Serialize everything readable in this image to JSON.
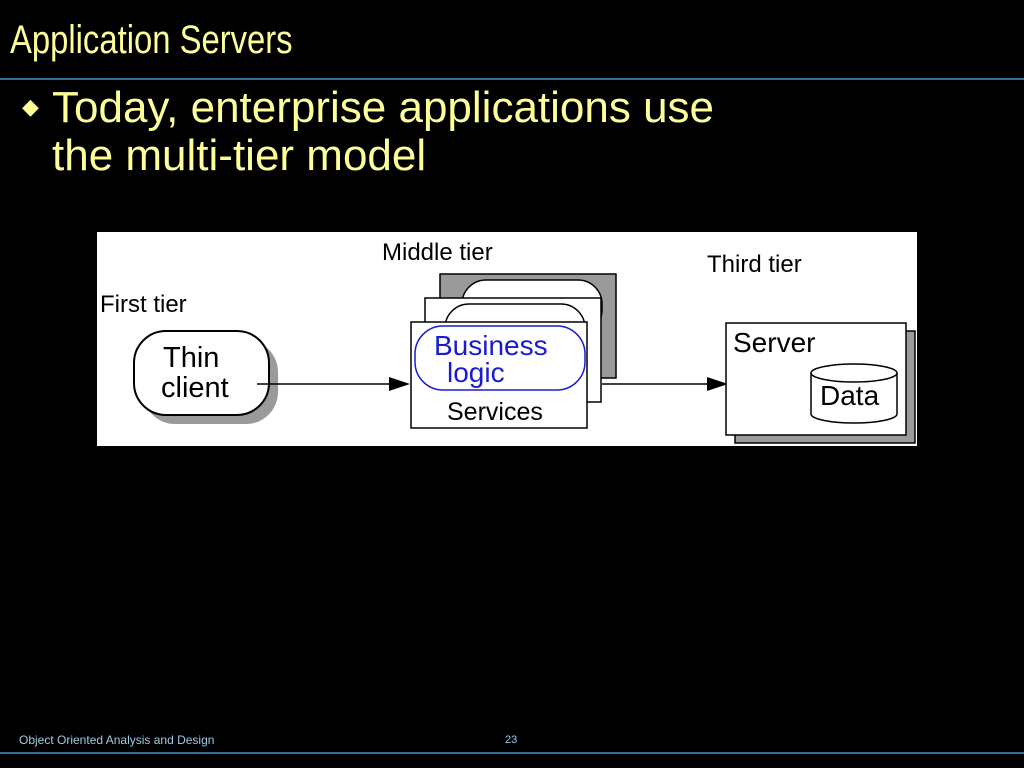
{
  "slide": {
    "title": "Application Servers",
    "bullet": {
      "line1": "Today, enterprise applications use",
      "line2": "the multi-tier model"
    },
    "footer": {
      "course": "Object Oriented Analysis and Design",
      "page": "23"
    }
  },
  "diagram": {
    "first_tier_label": "First tier",
    "middle_tier_label": "Middle tier",
    "third_tier_label": "Third tier",
    "thin_client_line1": "Thin",
    "thin_client_line2": "client",
    "business_line1": "Business",
    "business_line2": "logic",
    "services_label": "Services",
    "server_label": "Server",
    "data_label": "Data"
  },
  "colors": {
    "background": "#000000",
    "title_text": "#ffff99",
    "footer_text": "#9ecbe6",
    "rule": "#2f6f8f",
    "business_blue": "#1a1ad0"
  }
}
